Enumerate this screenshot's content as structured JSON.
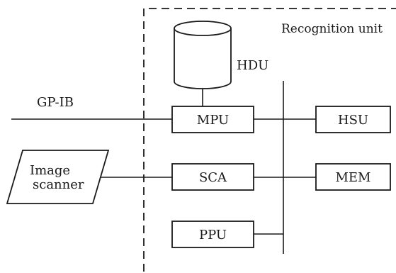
{
  "diagram": {
    "container_label": "Recognition unit",
    "hdu_label": "HDU",
    "gpib_label": "GP-IB",
    "scanner_label_line1": "Image",
    "scanner_label_line2": "scanner",
    "blocks": {
      "mpu": "MPU",
      "sca": "SCA",
      "ppu": "PPU",
      "hsu": "HSU",
      "mem": "MEM"
    }
  }
}
